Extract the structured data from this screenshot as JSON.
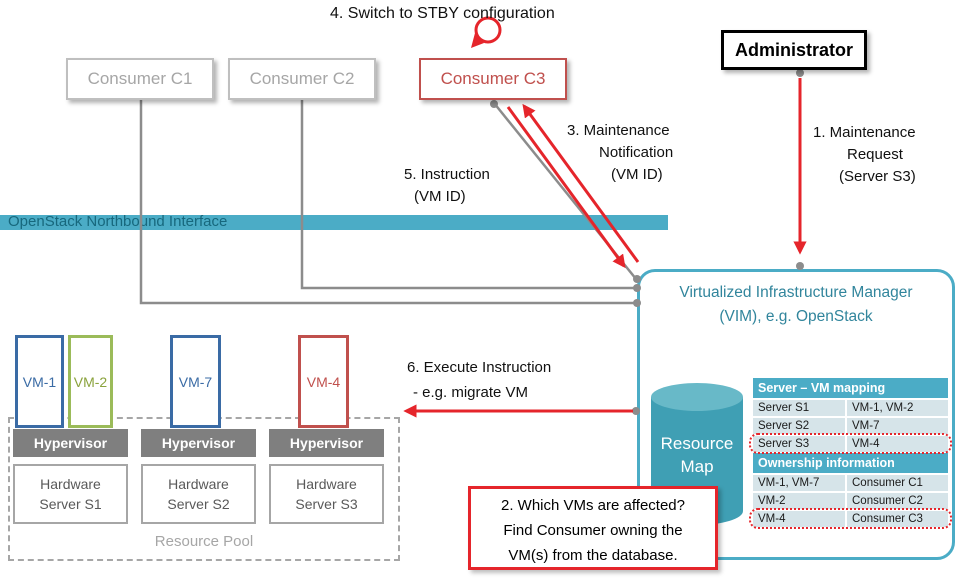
{
  "colors": {
    "teal": "#4bacc6",
    "teal_dark": "#31859c",
    "arrow_red": "#e5252b",
    "brick_red": "#c0504d",
    "vm_blue": "#3a6ba5",
    "vm_green": "#9bbb59",
    "gray_border": "#bfbfbf",
    "gray_text": "#a6a6a6",
    "hypervisor_gray": "#7f7f7f"
  },
  "annotations": {
    "step1": {
      "lines": [
        "1. Maintenance",
        "Request",
        "(Server S3)"
      ]
    },
    "step2": {
      "lines": [
        "2. Which VMs are affected?",
        "Find Consumer owning the",
        "VM(s) from the database."
      ]
    },
    "step3": {
      "lines": [
        "3. Maintenance",
        "Notification",
        "(VM ID)"
      ]
    },
    "step4": {
      "lines": [
        "4. Switch to STBY configuration"
      ]
    },
    "step5": {
      "lines": [
        "5. Instruction",
        "(VM ID)"
      ]
    },
    "step6": {
      "lines": [
        "6. Execute Instruction",
        "- e.g. migrate VM"
      ]
    }
  },
  "boxes": {
    "consumer_c1": "Consumer C1",
    "consumer_c2": "Consumer C2",
    "consumer_c3": "Consumer C3",
    "administrator": "Administrator"
  },
  "northbound_label": "OpenStack Northbound Interface",
  "vim": {
    "title_line1": "Virtualized Infrastructure Manager",
    "title_line2": "(VIM), e.g. OpenStack",
    "cylinder_label_line1": "Resource",
    "cylinder_label_line2": "Map",
    "tables": [
      {
        "header": "Server – VM mapping",
        "rows": [
          [
            "Server S1",
            "VM-1, VM-2"
          ],
          [
            "Server S2",
            "VM-7"
          ],
          [
            "Server S3",
            "VM-4"
          ]
        ],
        "highlighted_row": "Server S3"
      },
      {
        "header": "Ownership information",
        "rows": [
          [
            "VM-1, VM-7",
            "Consumer C1"
          ],
          [
            "VM-2",
            "Consumer C2"
          ],
          [
            "VM-4",
            "Consumer C3"
          ]
        ],
        "highlighted_row": "VM-4"
      }
    ]
  },
  "resource_pool": {
    "label": "Resource Pool",
    "vms": [
      {
        "label": "VM-1",
        "color": "#3a6ba5"
      },
      {
        "label": "VM-2",
        "color": "#9bbb59"
      },
      {
        "label": "VM-7",
        "color": "#3a6ba5"
      },
      {
        "label": "VM-4",
        "color": "#c0504d"
      }
    ],
    "hypervisor_label": "Hypervisor",
    "servers": [
      {
        "lines": [
          "Hardware",
          "Server S1"
        ]
      },
      {
        "lines": [
          "Hardware",
          "Server S2"
        ]
      },
      {
        "lines": [
          "Hardware",
          "Server S3"
        ]
      }
    ]
  }
}
